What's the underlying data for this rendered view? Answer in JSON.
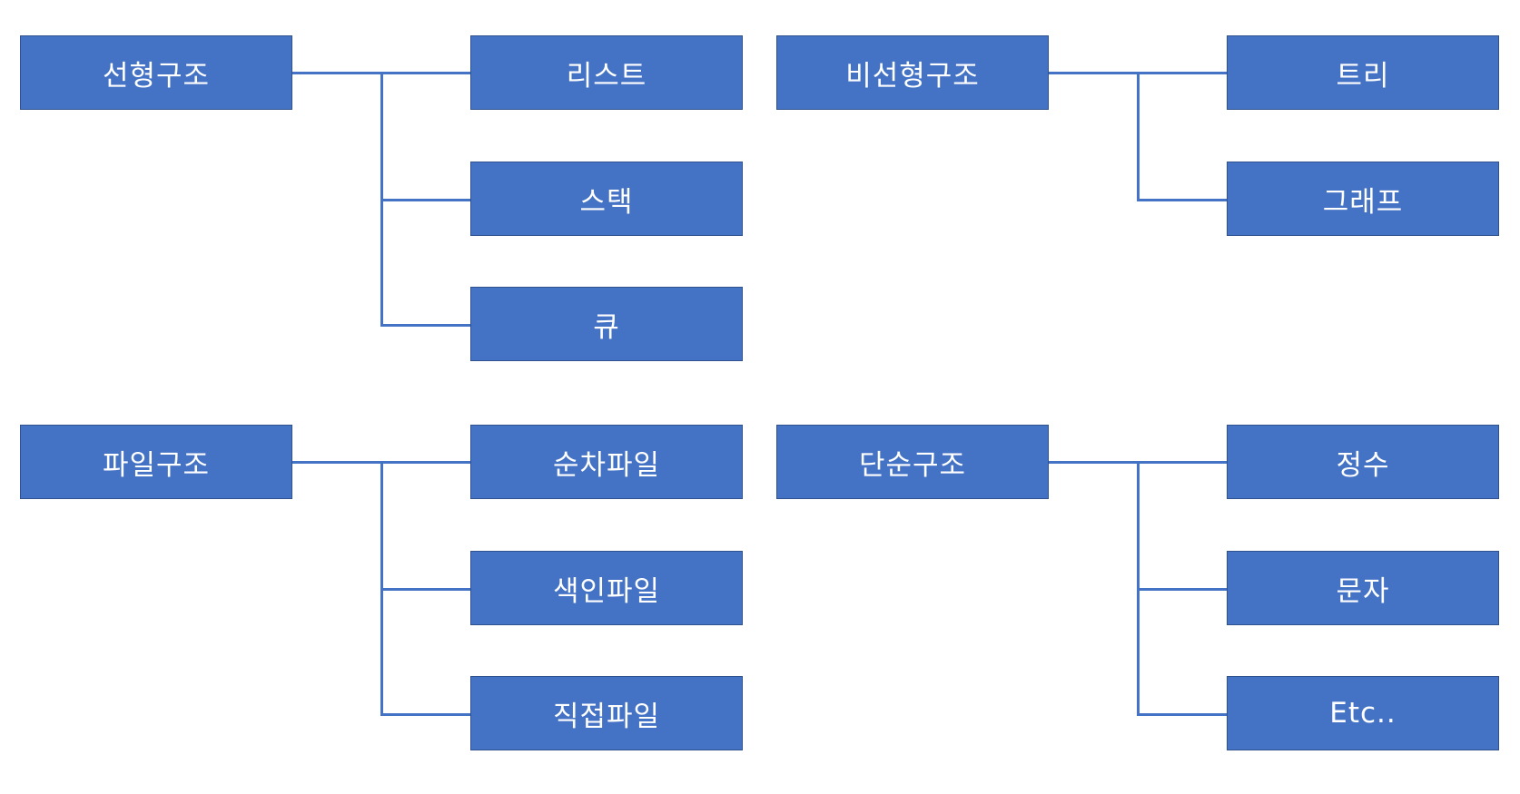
{
  "colors": {
    "box_fill": "#4472c4",
    "box_border": "#2f528f",
    "connector": "#4472c4",
    "text": "#ffffff",
    "background": "#ffffff"
  },
  "groups": [
    {
      "parent": "선형구조",
      "children": [
        "리스트",
        "스택",
        "큐"
      ]
    },
    {
      "parent": "비선형구조",
      "children": [
        "트리",
        "그래프"
      ]
    },
    {
      "parent": "파일구조",
      "children": [
        "순차파일",
        "색인파일",
        "직접파일"
      ]
    },
    {
      "parent": "단순구조",
      "children": [
        "정수",
        "문자",
        "Etc.."
      ]
    }
  ]
}
